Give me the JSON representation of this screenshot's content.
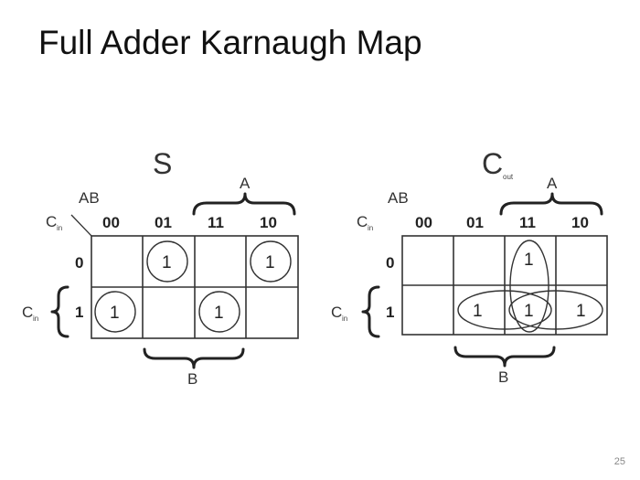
{
  "slide": {
    "title": "Full Adder Karnaugh Map",
    "page_number": "25"
  },
  "maps": {
    "sum": {
      "title": "S",
      "row_var": "AB",
      "col_var_main": "C",
      "col_var_sub": "in",
      "column_headers": [
        "00",
        "01",
        "11",
        "10"
      ],
      "row_headers": [
        "0",
        "1"
      ],
      "top_brace_label": "A",
      "bottom_brace_label": "B",
      "side_brace_label_main": "C",
      "side_brace_label_sub": "in",
      "cells": [
        [
          "",
          "1",
          "",
          "1"
        ],
        [
          "1",
          "",
          "1",
          ""
        ]
      ]
    },
    "carry": {
      "title_main": "C",
      "title_sub": "out",
      "row_var": "AB",
      "col_var_main": "C",
      "col_var_sub": "in",
      "column_headers": [
        "00",
        "01",
        "11",
        "10"
      ],
      "row_headers": [
        "0",
        "1"
      ],
      "top_brace_label": "A",
      "bottom_brace_label": "B",
      "side_brace_label_main": "C",
      "side_brace_label_sub": "in",
      "cells": [
        [
          "",
          "",
          "1",
          ""
        ],
        [
          "",
          "1",
          "1",
          "1"
        ]
      ]
    }
  }
}
